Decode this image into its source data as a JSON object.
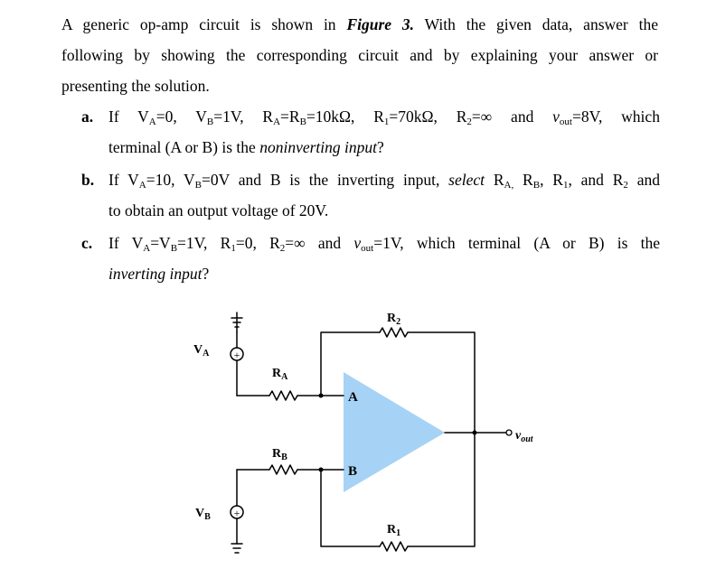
{
  "intro": {
    "l1_a": "A generic op-amp circuit is shown in ",
    "l1_fig": "Figure 3.",
    "l1_b": " With the given data, answer the",
    "l2": "following by showing the corresponding circuit and by explaining your answer or",
    "l3": "presenting the solution."
  },
  "items": {
    "a": {
      "label": "a.",
      "t1": "If V",
      "s1": "A",
      "t2": "=0, V",
      "s2": "B",
      "t3": "=1V, R",
      "s3": "A",
      "t4": "=R",
      "s4": "B",
      "t5": "=10kΩ, R",
      "s5": "1",
      "t6": "=70kΩ, R",
      "s6": "2",
      "t7": "=∞ and ",
      "t8": "v",
      "s8": "out",
      "t9": "=8V, which",
      "l2_a": "terminal (A or B) is the ",
      "l2_em": "noninverting input",
      "l2_b": "?"
    },
    "b": {
      "label": "b.",
      "t1": "If V",
      "s1": "A",
      "t2": "=10, V",
      "s2": "B",
      "t3": "=0V and B is the inverting input, ",
      "em": "select",
      "t4": " R",
      "s4": "A,",
      "t5": " R",
      "s5": "B",
      "t6": ", R",
      "s6": "1",
      "t7": ", and R",
      "s7": "2",
      "t8": " and",
      "l2": "to obtain an output voltage of 20V."
    },
    "c": {
      "label": "c.",
      "t1": "If V",
      "s1": "A",
      "t2": "=V",
      "s2": "B",
      "t3": "=1V, R",
      "s3": "1",
      "t4": "=0, R",
      "s4": "2",
      "t5": "=∞ and ",
      "t6": "v",
      "s6": "out",
      "t7": "=1V, which terminal (A or B) is the",
      "l2_em": "inverting input",
      "l2_b": "?"
    }
  },
  "circuit": {
    "r2": "R",
    "r2_sub": "2",
    "ra": "R",
    "ra_sub": "A",
    "rb": "R",
    "rb_sub": "B",
    "r1": "R",
    "r1_sub": "1",
    "va": "V",
    "va_sub": "A",
    "vb": "V",
    "vb_sub": "B",
    "term_a": "A",
    "term_b": "B",
    "vout": "v",
    "vout_sub": "out",
    "plus": "+",
    "minus": "−",
    "opamp_color": "#a6d3f5"
  }
}
